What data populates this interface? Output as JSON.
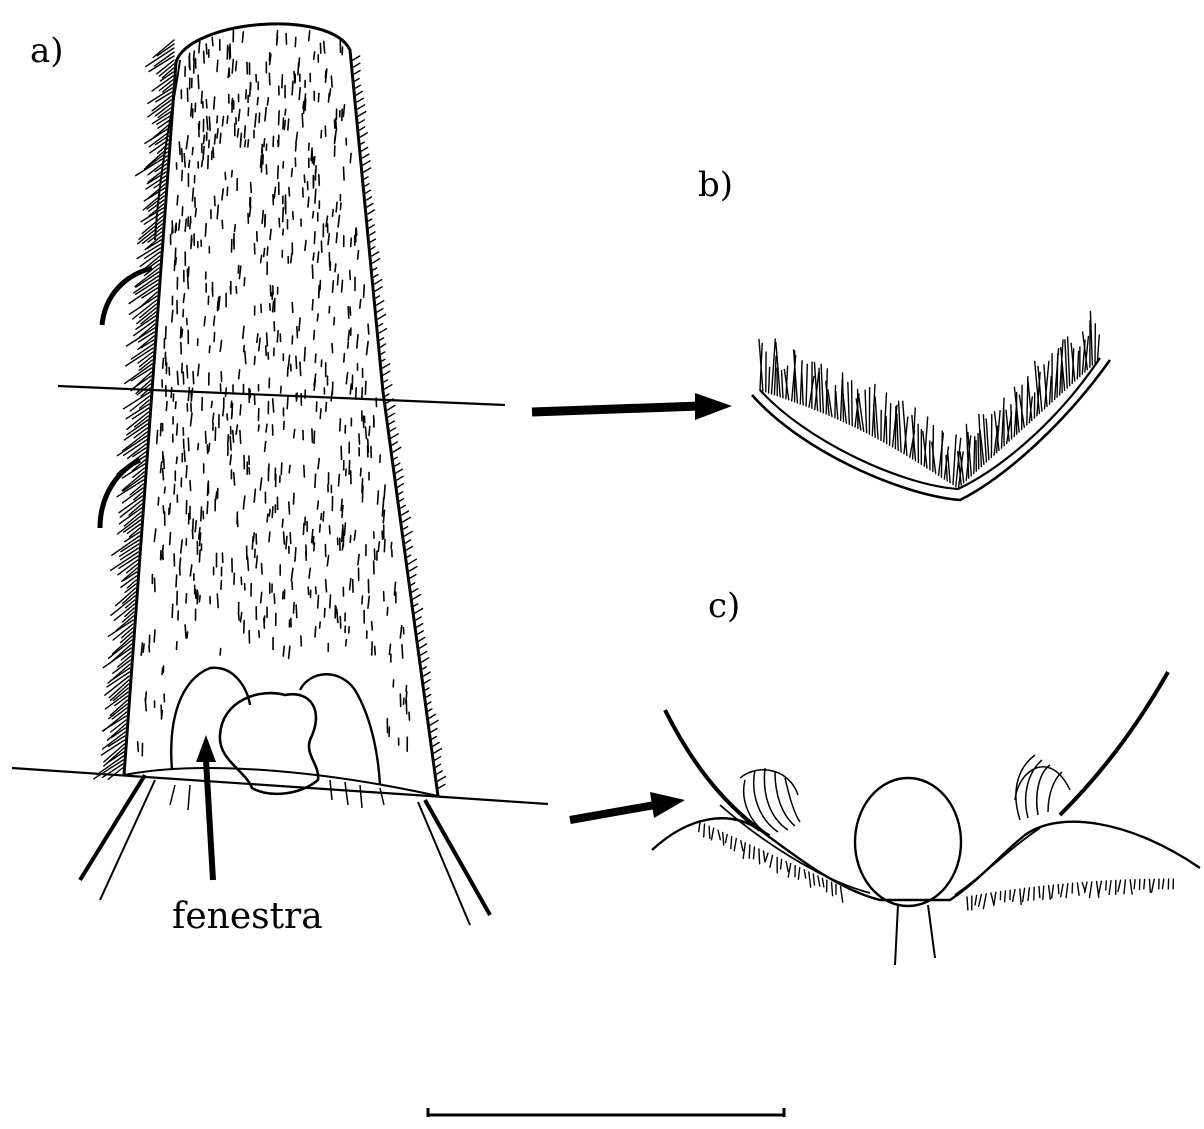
{
  "panels": {
    "a": {
      "label": "a)"
    },
    "b": {
      "label": "b)"
    },
    "c": {
      "label": "c)"
    }
  },
  "annotations": {
    "fenestra": "fenestra"
  },
  "colors": {
    "ink": "#000000",
    "paper": "#ffffff"
  }
}
